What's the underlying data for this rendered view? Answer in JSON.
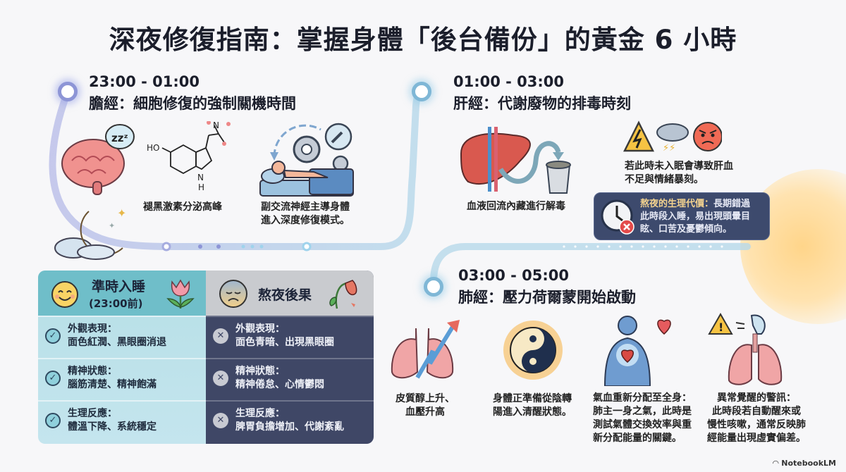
{
  "title": "深夜修復指南：掌握身體「後台備份」的黃金 6 小時",
  "sections": [
    {
      "time": "23:00 - 01:00",
      "heading": "膽經：細胞修復的強制關機時間",
      "items": [
        {
          "icon": "brain-sleeping-icon",
          "caption": ""
        },
        {
          "icon": "melatonin-molecule-icon",
          "caption": "褪黑激素分泌高峰"
        },
        {
          "icon": "body-repair-gears-icon",
          "caption": "副交流神經主導身體\n進入深度修復模式。"
        },
        {
          "icon": "moon-clouds-icon",
          "caption": ""
        }
      ],
      "molecule_labels": {
        "ho": "HO",
        "n": "N",
        "nh": "NH"
      }
    },
    {
      "time": "01:00 - 03:00",
      "heading": "肝經：代謝廢物的排毒時刻",
      "items": [
        {
          "icon": "liver-detox-icon",
          "caption": "血液回流內藏進行解毒"
        },
        {
          "icon": "warning-storm-angry-icon",
          "caption": "若此時未入眠會導致肝血\n不足與情緒暴刻。"
        }
      ],
      "warning_box": {
        "icon": "clock-cancel-icon",
        "highlight": "熬夜的生理代價：",
        "line1_rest": "長期錯過",
        "line2": "此時段入睡，易出現頭暈目",
        "line3": "眩、口苦及憂鬱傾向。"
      }
    },
    {
      "time": "03:00 - 05:00",
      "heading": "肺經：壓力荷爾蒙開始啟動",
      "items": [
        {
          "icon": "lungs-rising-arrow-icon",
          "caption": "皮質醇上升、\n血壓升高"
        },
        {
          "icon": "yin-yang-sun-icon",
          "caption": "身體正準備從陰轉\n陽進入清醒狀態。"
        },
        {
          "icon": "body-heart-icon",
          "caption": "氣血重新分配至全身：\n肺主一身之氣，此時是\n測試氣體交換效率與重\n新分配能量的關鍵。"
        },
        {
          "icon": "cough-lungs-warning-icon",
          "caption": "異常覺醒的警訊：\n此時段若自動醒來或\n慢性咳嗽，通常反映肺\n經能量出現虛實偏差。"
        }
      ]
    }
  ],
  "comparison": {
    "good": {
      "title": "準時入睡",
      "subtitle": "(23:00前)",
      "icon": "smiling-face-icon",
      "deco": "tulip-icon",
      "rows": [
        {
          "label": "外觀表現：",
          "value": "面色紅潤、黑眼圈消退"
        },
        {
          "label": "精神狀態：",
          "value": "腦筋清楚、精神飽滿"
        },
        {
          "label": "生理反應：",
          "value": "體溫下降、系統穩定"
        }
      ]
    },
    "bad": {
      "title": "熬夜後果",
      "icon": "tired-face-icon",
      "deco": "wilted-flower-icon",
      "rows": [
        {
          "label": "外觀表現：",
          "value": "面色青暗、出現黑眼圈"
        },
        {
          "label": "精神狀態：",
          "value": "精神倦怠、心情鬱悶"
        },
        {
          "label": "生理反應：",
          "value": "脾胃負擔增加、代謝紊亂"
        }
      ]
    },
    "check_mark": "✓",
    "cross_mark": "✕"
  },
  "brand": "NotebookLM",
  "colors": {
    "path_purple": "#8d95d6",
    "path_teal": "#7fb7d6",
    "good_header": "#6fbec9",
    "bad_body": "#3f4766",
    "warning_box": "#3d4a6d"
  }
}
